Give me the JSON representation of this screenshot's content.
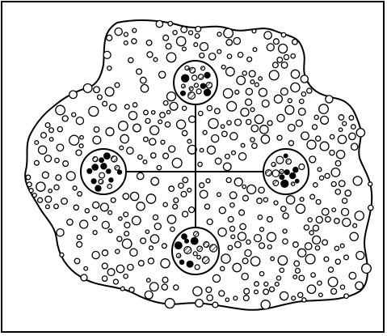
{
  "figure": {
    "colors": {
      "background": "#ffffff",
      "ink": "#000000"
    },
    "description_visible_text": "",
    "regions": {
      "top": {
        "cluster": "hatched-and-dot-particles"
      },
      "left": {
        "cluster": "hatched-and-dot-particles"
      },
      "right": {
        "cluster": "hatched-and-dot-particles"
      },
      "bottom": {
        "cluster": "hatched-and-dot-particles"
      }
    }
  }
}
